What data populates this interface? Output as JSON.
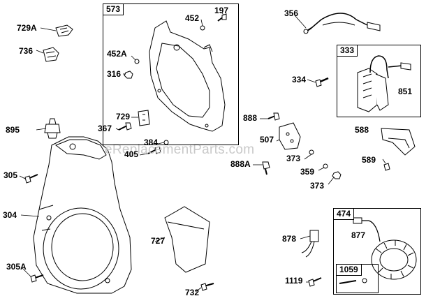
{
  "watermark": "eReplacementParts.com",
  "boxes": {
    "b573": "573",
    "b333": "333",
    "b474": "474",
    "b1059": "1059"
  },
  "labels": {
    "l729A": "729A",
    "l736": "736",
    "l452": "452",
    "l197": "197",
    "l452A": "452A",
    "l316": "316",
    "l356": "356",
    "l334": "334",
    "l851": "851",
    "l895": "895",
    "l729": "729",
    "l367": "367",
    "l384": "384",
    "l405": "405",
    "l888": "888",
    "l507": "507",
    "l888A": "888A",
    "l373a": "373",
    "l359": "359",
    "l373b": "373",
    "l588": "588",
    "l589": "589",
    "l305": "305",
    "l304": "304",
    "l727": "727",
    "l305A": "305A",
    "l732": "732",
    "l878": "878",
    "l877": "877",
    "l1119": "1119"
  },
  "colors": {
    "line": "#000000",
    "watermark": "#c9c9c9"
  }
}
